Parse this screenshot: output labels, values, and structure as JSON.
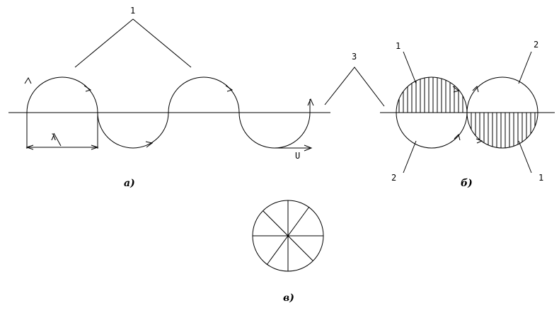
{
  "diagram": {
    "label_fig_a_top": "1",
    "label_wavelength": "λ",
    "label_velocity": "U",
    "label_connector": "3",
    "label_b_top_left": "1",
    "label_b_top_right": "2",
    "label_b_bottom_left": "2",
    "label_b_bottom_right": "1",
    "caption_a": "а)",
    "caption_b": "б)",
    "caption_c": "в)"
  }
}
